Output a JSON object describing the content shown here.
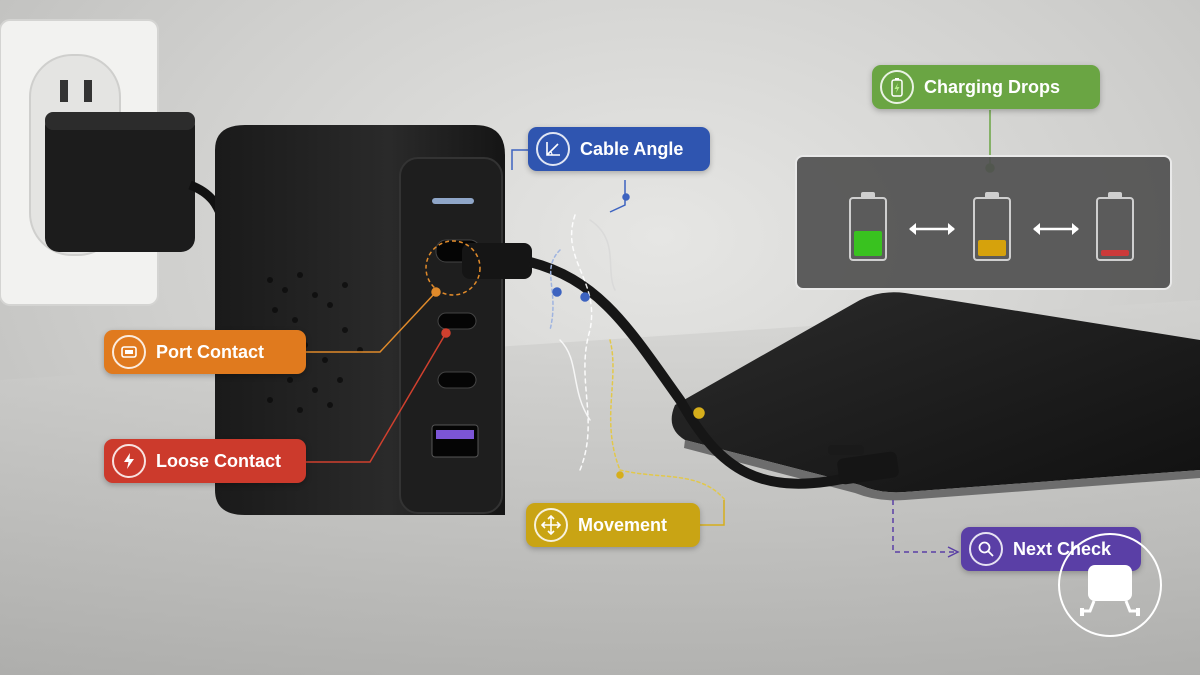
{
  "labels": {
    "port_contact": "Port Contact",
    "loose_contact": "Loose Contact",
    "cable_angle": "Cable Angle",
    "movement": "Movement",
    "charging_drops": "Charging Drops",
    "next_check": "Next Check"
  },
  "icons": {
    "port_contact": "port-icon",
    "loose_contact": "lightning-icon",
    "cable_angle": "angle-icon",
    "movement": "move-arrows-icon",
    "charging_drops": "battery-charging-icon",
    "next_check": "magnifier-icon",
    "corner": "charger-plug-icon"
  },
  "colors": {
    "port_contact": "#e07a1e",
    "loose_contact": "#cc3a2c",
    "cable_angle": "#2f55b0",
    "movement": "#c9a414",
    "charging_drops": "#6aa543",
    "next_check": "#5a3fa6"
  },
  "batteries": [
    {
      "level": 0.45,
      "color": "#39c21f"
    },
    {
      "level": 0.28,
      "color": "#d6a20c"
    },
    {
      "level": 0.1,
      "color": "#cc3a3a"
    }
  ]
}
